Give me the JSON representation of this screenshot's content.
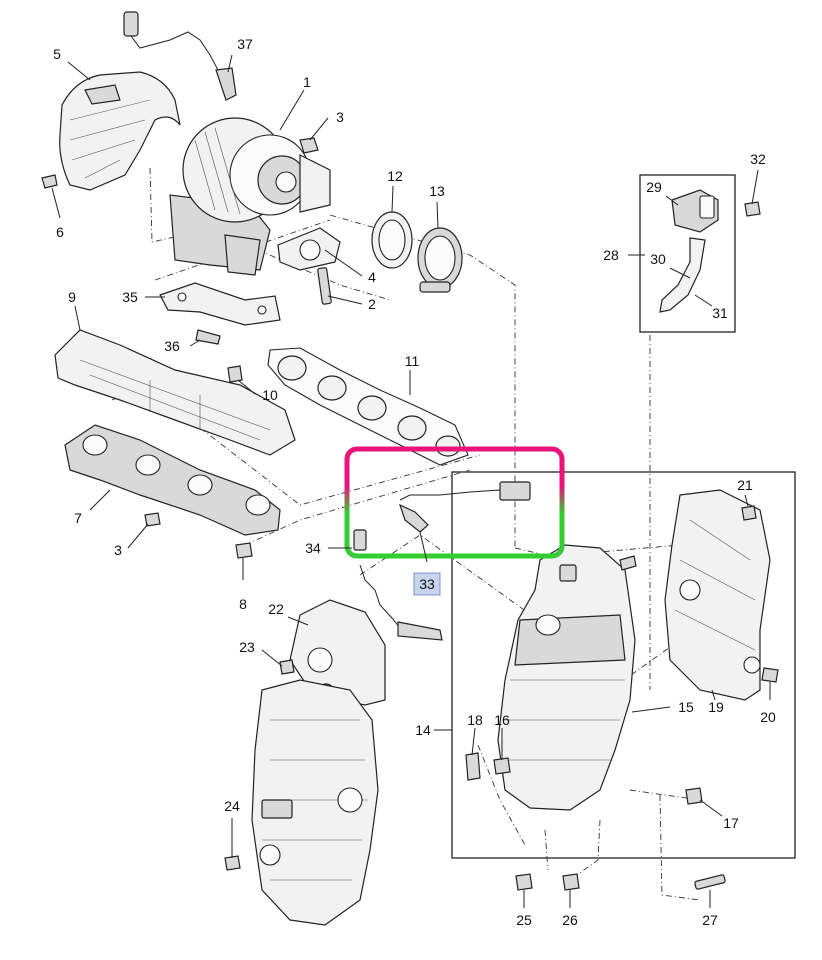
{
  "callouts": [
    {
      "id": "c1",
      "text": "1"
    },
    {
      "id": "c2",
      "text": "2"
    },
    {
      "id": "c3a",
      "text": "3"
    },
    {
      "id": "c3b",
      "text": "3"
    },
    {
      "id": "c4",
      "text": "4"
    },
    {
      "id": "c5",
      "text": "5"
    },
    {
      "id": "c6",
      "text": "6"
    },
    {
      "id": "c7",
      "text": "7"
    },
    {
      "id": "c8",
      "text": "8"
    },
    {
      "id": "c9",
      "text": "9"
    },
    {
      "id": "c10",
      "text": "10"
    },
    {
      "id": "c11",
      "text": "11"
    },
    {
      "id": "c12",
      "text": "12"
    },
    {
      "id": "c13",
      "text": "13"
    },
    {
      "id": "c14",
      "text": "14"
    },
    {
      "id": "c15",
      "text": "15"
    },
    {
      "id": "c16",
      "text": "16"
    },
    {
      "id": "c17",
      "text": "17"
    },
    {
      "id": "c18",
      "text": "18"
    },
    {
      "id": "c19",
      "text": "19"
    },
    {
      "id": "c20",
      "text": "20"
    },
    {
      "id": "c21",
      "text": "21"
    },
    {
      "id": "c22",
      "text": "22"
    },
    {
      "id": "c23",
      "text": "23"
    },
    {
      "id": "c24",
      "text": "24"
    },
    {
      "id": "c25",
      "text": "25"
    },
    {
      "id": "c26",
      "text": "26"
    },
    {
      "id": "c27",
      "text": "27"
    },
    {
      "id": "c28",
      "text": "28"
    },
    {
      "id": "c29",
      "text": "29"
    },
    {
      "id": "c30",
      "text": "30"
    },
    {
      "id": "c31",
      "text": "31"
    },
    {
      "id": "c32",
      "text": "32"
    },
    {
      "id": "c33",
      "text": "33"
    },
    {
      "id": "c34",
      "text": "34"
    },
    {
      "id": "c35",
      "text": "35"
    },
    {
      "id": "c36",
      "text": "36"
    },
    {
      "id": "c37",
      "text": "37"
    }
  ],
  "highlight": {
    "gradient_top": "#e8147a",
    "gradient_bottom": "#33cc33"
  },
  "selected_label": {
    "text": "33",
    "fill": "#c6d4ee",
    "stroke": "#7f95c8"
  }
}
